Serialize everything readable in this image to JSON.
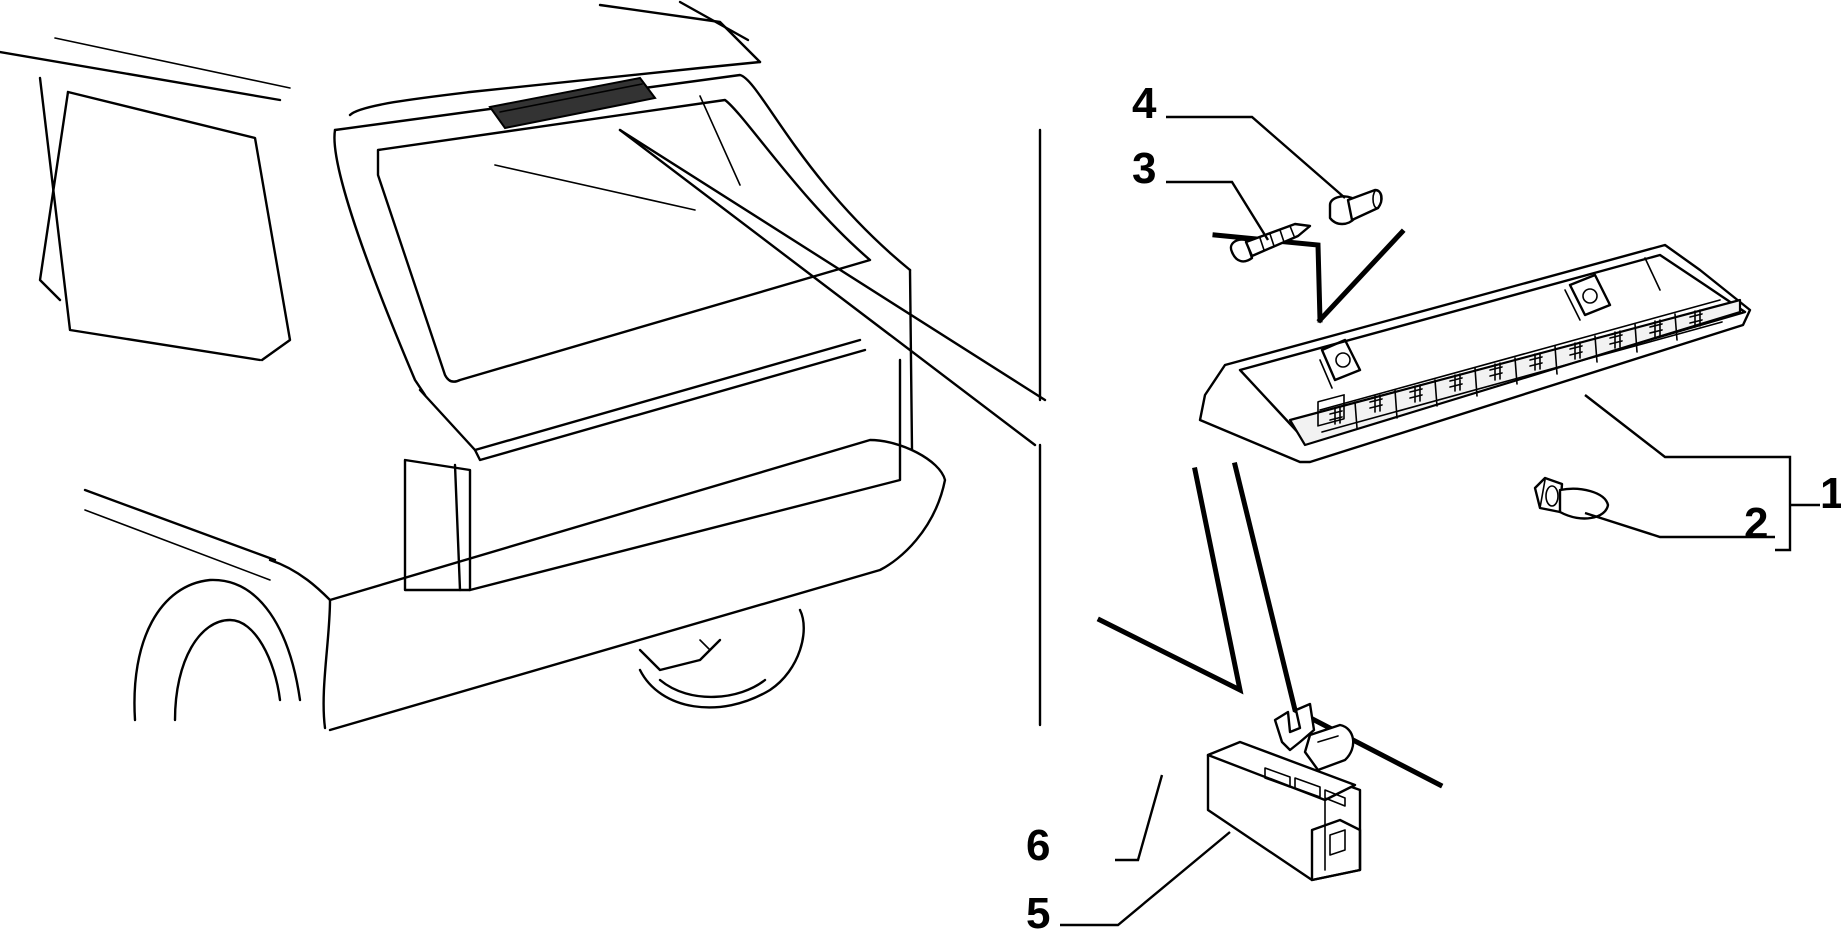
{
  "callouts": {
    "c1": "1",
    "c2": "2",
    "c3": "3",
    "c4": "4",
    "c5": "5",
    "c6": "6"
  },
  "colors": {
    "ink": "#000000",
    "paper": "#ffffff",
    "lamp_highlight": "#333333"
  }
}
